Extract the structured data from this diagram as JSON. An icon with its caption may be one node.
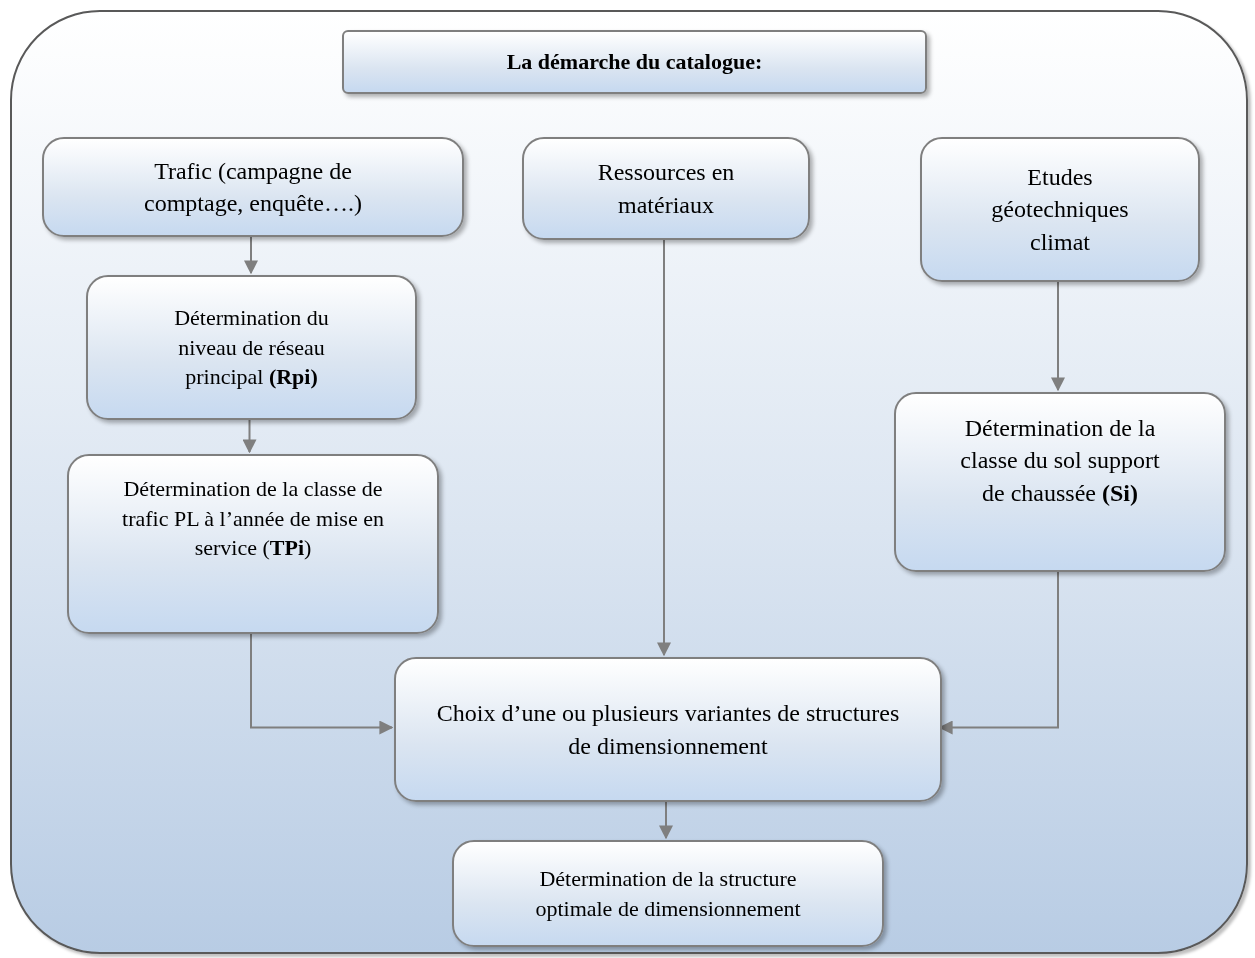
{
  "diagram": {
    "nodes": [
      {
        "text": [],
        "shape": "box"
      },
      {
        "text": [
          "La démarche du catalogue:"
        ],
        "in": 0
      },
      {
        "text": [
          "Trafic (campagne de comptage, enquête….)"
        ],
        "in": 0
      },
      {
        "text": [
          "Ressources en matériaux"
        ],
        "in": 0
      },
      {
        "text": [
          "Etudes géotechniques climat"
        ],
        "in": 0
      },
      {
        "text": [
          "Détermination du niveau de réseau principal **(Rpi)**"
        ],
        "in": 0
      },
      {
        "text": [
          "Détermination de la classe de trafic PL à l’année de mise en service (**TPi**)"
        ],
        "in": 0
      },
      {
        "text": [
          "Détermination de la classe du sol support de chaussée **(Si)**"
        ],
        "in": 0
      },
      {
        "text": [
          "Choix d’une ou plusieurs variantes de structures de dimensionnement"
        ],
        "in": 0
      },
      {
        "text": [
          "Détermination de la structure optimale de dimensionnement"
        ],
        "in": 0
      }
    ],
    "edges": [
      {
        "from": 2,
        "to": 5,
        "arrow": "to"
      },
      {
        "from": 5,
        "to": 6,
        "arrow": "to"
      },
      {
        "from": 3,
        "to": 8,
        "arrow": "to"
      },
      {
        "from": 4,
        "to": 7,
        "arrow": "to"
      },
      {
        "from": 6,
        "to": 8,
        "arrow": "to"
      },
      {
        "from": 7,
        "to": 8,
        "arrow": "to"
      },
      {
        "from": 8,
        "to": 9,
        "arrow": "to"
      }
    ]
  }
}
